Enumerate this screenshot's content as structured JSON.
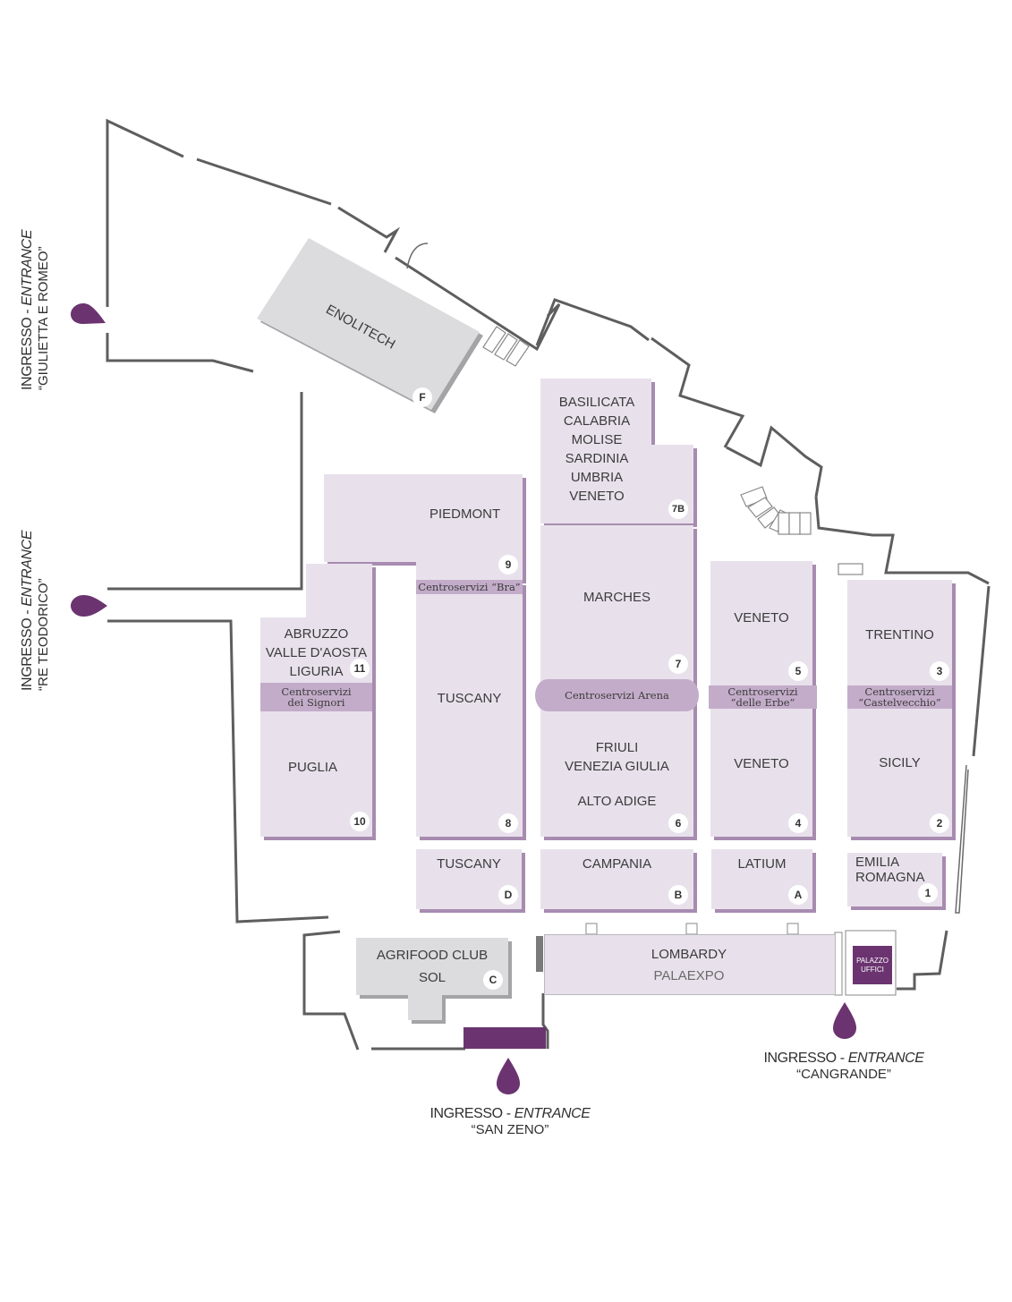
{
  "map": {
    "pavilions": [
      {
        "id": "enolitech",
        "name": "ENOLITECH",
        "badge": "F"
      },
      {
        "id": "piedmont",
        "name": "PIEDMONT",
        "badge": "9"
      },
      {
        "id": "basilicata",
        "lines": [
          "BASILICATA",
          "CALABRIA",
          "MOLISE",
          "SARDINIA",
          "UMBRIA",
          "VENETO"
        ],
        "badge": "7B"
      },
      {
        "id": "marches",
        "name": "MARCHES",
        "badge": "7"
      },
      {
        "id": "friuli",
        "lines": [
          "FRIULI",
          "VENEZIA GIULIA",
          "",
          "ALTO ADIGE"
        ],
        "badge": "6"
      },
      {
        "id": "veneto5",
        "name": "VENETO",
        "badge": "5"
      },
      {
        "id": "veneto4",
        "name": "VENETO",
        "badge": "4"
      },
      {
        "id": "trentino",
        "name": "TRENTINO",
        "badge": "3"
      },
      {
        "id": "sicily",
        "name": "SICILY",
        "badge": "2"
      },
      {
        "id": "abruzzo",
        "lines": [
          "ABRUZZO",
          "VALLE D'AOSTA",
          "LIGURIA"
        ],
        "badge": "11"
      },
      {
        "id": "puglia",
        "name": "PUGLIA",
        "badge": "10"
      },
      {
        "id": "tuscany8",
        "name": "TUSCANY",
        "badge": "8"
      },
      {
        "id": "tuscanyD",
        "name": "TUSCANY",
        "badge": "D"
      },
      {
        "id": "campania",
        "name": "CAMPANIA",
        "badge": "B"
      },
      {
        "id": "latium",
        "name": "LATIUM",
        "badge": "A"
      },
      {
        "id": "emilia",
        "lines": [
          "EMILIA",
          "ROMAGNA"
        ],
        "badge": "1"
      },
      {
        "id": "lombardy",
        "name": "LOMBARDY",
        "sub": "PALAEXPO"
      },
      {
        "id": "agrifood",
        "lines": [
          "AGRIFOOD CLUB",
          "SOL"
        ],
        "badge": "C"
      },
      {
        "id": "palazzo",
        "lines": [
          "PALAZZO",
          "UFFICI"
        ]
      }
    ],
    "service_centers": {
      "bra": "Centroservizi “Bra”",
      "signori": [
        "Centroservizi",
        "dei Signori"
      ],
      "arena": "Centroservizi Arena",
      "erbe": [
        "Centroservizi",
        "“delle Erbe”"
      ],
      "castelvecchio": [
        "Centroservizi",
        "“Castelvecchio”"
      ]
    },
    "entrances": [
      {
        "id": "giulietta",
        "prefix": "INGRESSO - ",
        "word": "ENTRANCE",
        "name": "“GIULIETTA E ROMEO”"
      },
      {
        "id": "teodorico",
        "prefix": "INGRESSO - ",
        "word": "ENTRANCE",
        "name": "“RE TEODORICO”"
      },
      {
        "id": "sanzeno",
        "prefix": "INGRESSO - ",
        "word": "ENTRANCE",
        "name": "“SAN ZENO”"
      },
      {
        "id": "cangrande",
        "prefix": "INGRESSO - ",
        "word": "ENTRANCE",
        "name": "“CANGRANDE”"
      }
    ],
    "colors": {
      "pavilion": "#e8e1ec",
      "pavilion_shadow": "#a88bb0",
      "service": "#c3acc9",
      "accent": "#6b3470",
      "grey": "#dcdcde",
      "wall": "#5a5a5a"
    }
  }
}
